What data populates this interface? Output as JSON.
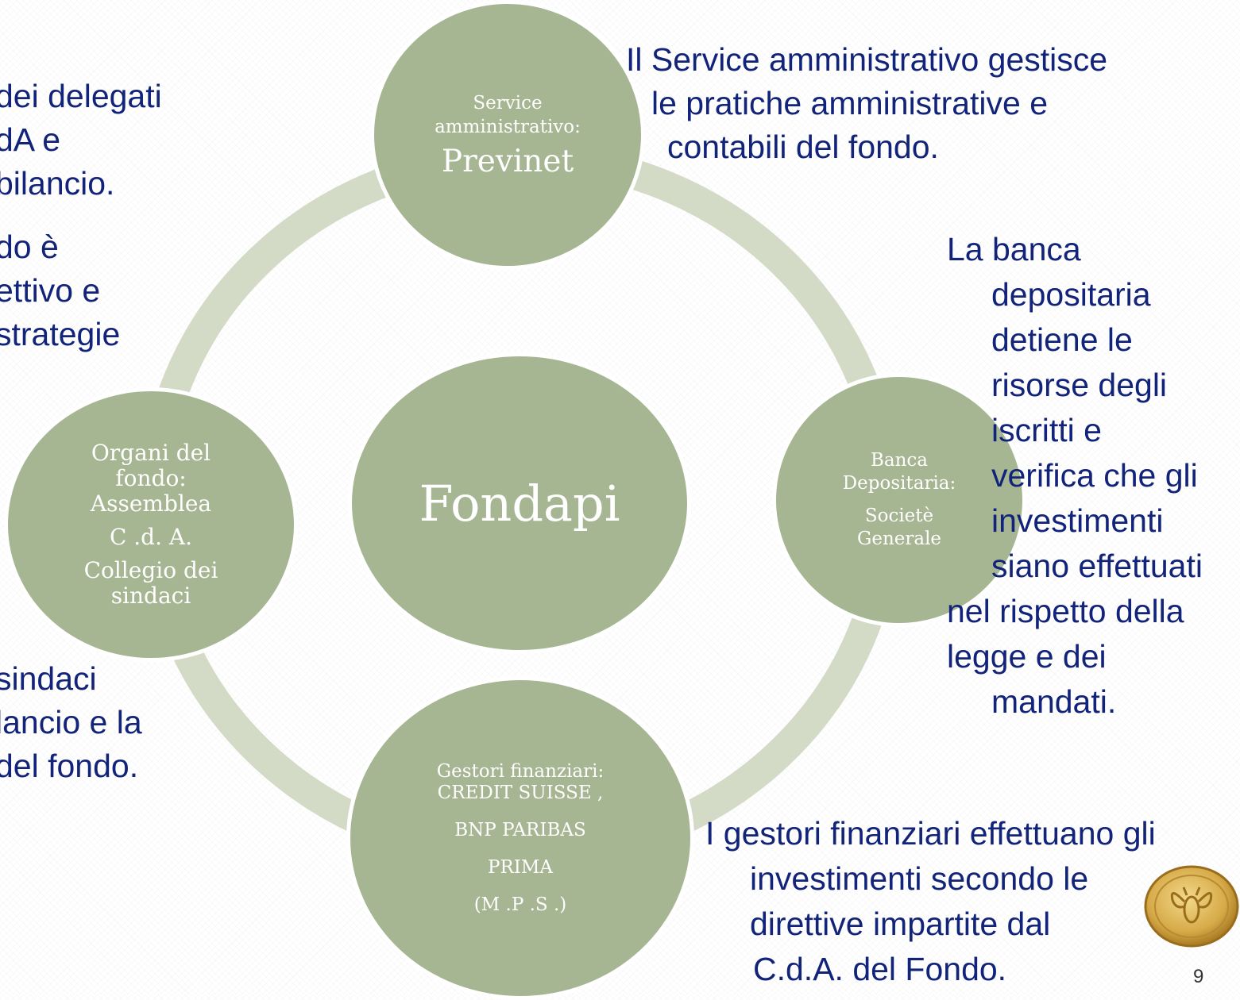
{
  "center": {
    "title": "Fondapi"
  },
  "nodes": {
    "top": {
      "line1": "Service",
      "line2": "amministrativo:",
      "line3": "Previnet"
    },
    "left": {
      "line1": "Organi del",
      "line2": "fondo:",
      "line3": "Assemblea",
      "line4": "C .d. A.",
      "line5": "Collegio dei",
      "line6": "sindaci"
    },
    "right": {
      "line1": "Banca",
      "line2": "Depositaria:",
      "line3": "Societè",
      "line4": "Generale"
    },
    "bottom": {
      "line1": "Gestori finanziari:",
      "line2": "CREDIT SUISSE ,",
      "line3": "BNP PARIBAS",
      "line4": "PRIMA",
      "line5": "(M .P .S .)"
    }
  },
  "texts": {
    "top": [
      "Il Service amministrativo gestisce",
      "le pratiche amministrative e",
      "contabili del fondo."
    ],
    "left_top": [
      "dei delegati",
      "dA e",
      "bilancio."
    ],
    "left_mid": [
      "do è",
      "ettivo e",
      "strategie"
    ],
    "left_bottom": [
      "sindaci",
      "lancio e la",
      "del fondo."
    ],
    "right": [
      "La banca",
      "depositaria",
      "detiene le",
      "risorse degli",
      "iscritti e",
      "verifica che gli",
      "investimenti",
      "siano effettuati",
      "nel rispetto della",
      "legge e dei",
      "mandati."
    ],
    "bottom": [
      "I gestori finanziari effettuano gli",
      "investimenti secondo le",
      "direttive impartite dal",
      "C.d.A. del Fondo."
    ]
  },
  "page_number": "9",
  "colors": {
    "node_fill": "#a6b592",
    "ring": "#d3dbc6",
    "text": "#12237a",
    "node_text": "#ffffff"
  },
  "icons": {
    "coin": "bee-coin-logo"
  }
}
